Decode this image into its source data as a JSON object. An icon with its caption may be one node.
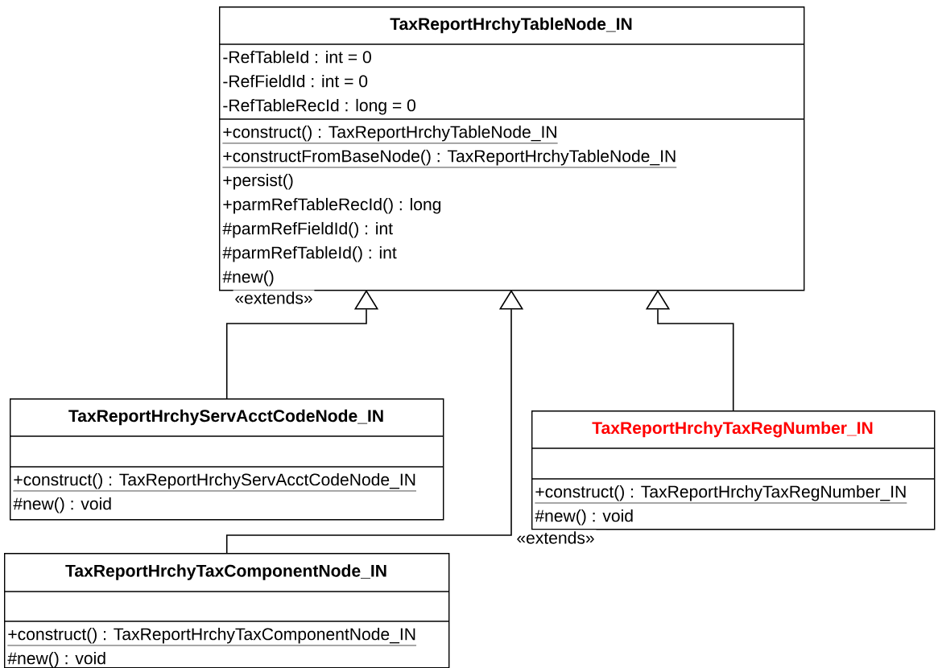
{
  "diagram": {
    "nodes": [
      {
        "text": [
          "TaxReportHrchyTableNode_IN",
          "-RefTableId : int = 0",
          "-RefFieldId : int = 0",
          "-RefTableRecId : long = 0",
          "+construct() : TaxReportHrchyTableNode_IN",
          "+constructFromBaseNode() : TaxReportHrchyTableNode_IN",
          "+persist()",
          "+parmRefTableRecId() : long",
          "#parmRefFieldId() : int",
          "#parmRefTableId() : int",
          "#new()"
        ]
      },
      {
        "text": [
          "TaxReportHrchyServAcctCodeNode_IN",
          "+construct() : TaxReportHrchyServAcctCodeNode_IN",
          "#new() : void"
        ]
      },
      {
        "text": [
          "TaxReportHrchyTaxRegNumber_IN",
          "+construct() : TaxReportHrchyTaxRegNumber_IN",
          "#new() : void"
        ]
      },
      {
        "text": [
          "TaxReportHrchyTaxComponentNode_IN",
          "+construct() : TaxReportHrchyTaxComponentNode_IN",
          "#new() : void"
        ]
      }
    ],
    "edges": [
      {
        "from": 1,
        "to": 0,
        "arrow": "to",
        "label": "«extends»"
      },
      {
        "from": 3,
        "to": 0,
        "arrow": "to",
        "label": "«extends»"
      },
      {
        "from": 2,
        "to": 0,
        "arrow": "to"
      }
    ]
  }
}
